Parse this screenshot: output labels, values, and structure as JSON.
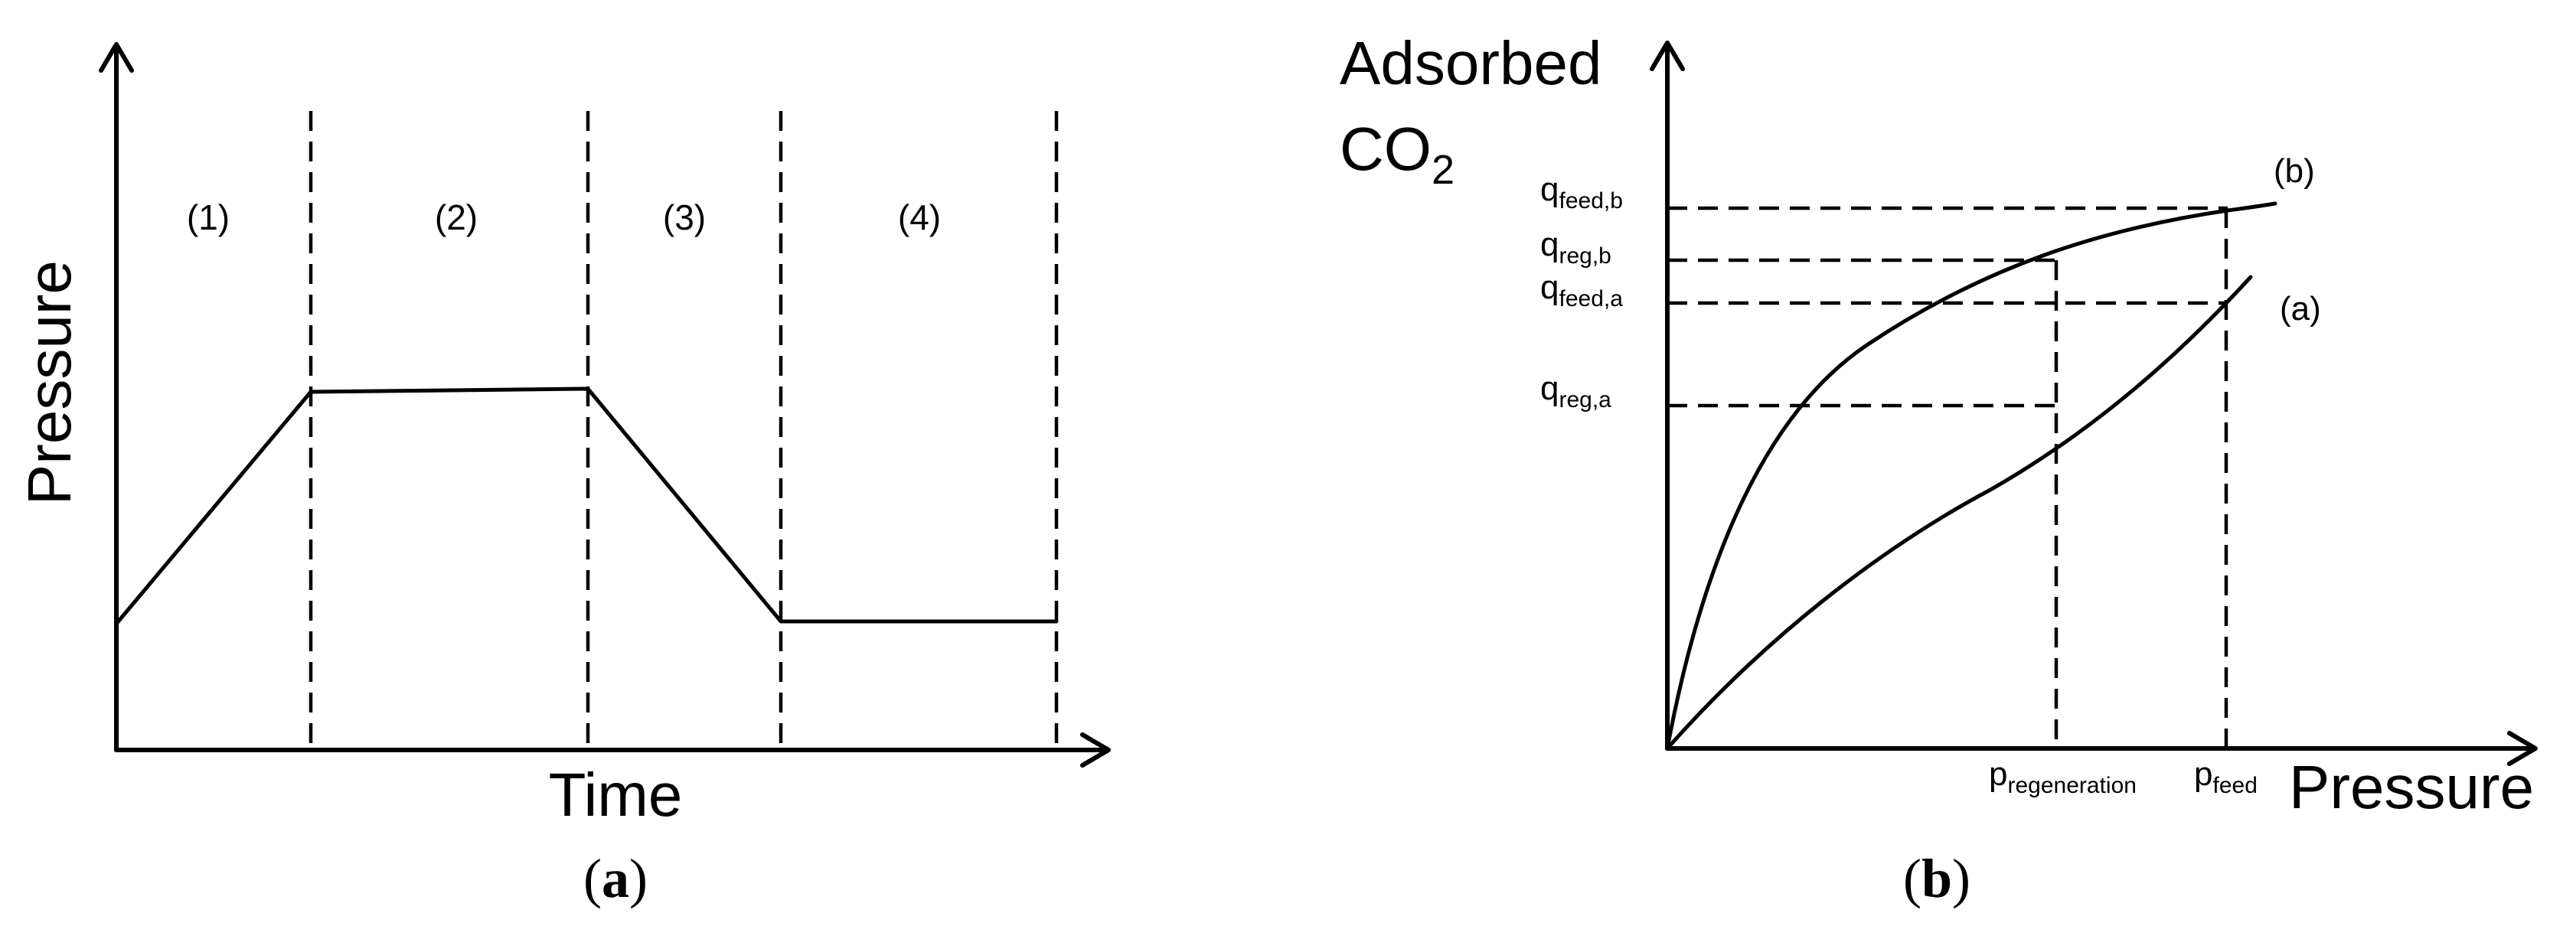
{
  "panel_a": {
    "y_axis_label": "Pressure",
    "x_axis_label": "Time",
    "steps": [
      "(1)",
      "(2)",
      "(3)",
      "(4)"
    ],
    "caption_letter": "a"
  },
  "panel_b": {
    "y_axis_label_line1": "Adsorbed",
    "y_axis_label_line2_main": "CO",
    "y_axis_label_line2_sub": "2",
    "x_axis_label": "Pressure",
    "curve_labels": {
      "a": "(a)",
      "b": "(b)"
    },
    "q_labels": [
      {
        "id": "feed_b",
        "main": "q",
        "sub": "feed,b"
      },
      {
        "id": "reg_b",
        "main": "q",
        "sub": "reg,b"
      },
      {
        "id": "feed_a",
        "main": "q",
        "sub": "feed,a"
      },
      {
        "id": "reg_a",
        "main": "q",
        "sub": "reg,a"
      }
    ],
    "p_labels": [
      {
        "id": "regeneration",
        "main": "p",
        "sub": "regeneration"
      },
      {
        "id": "feed",
        "main": "p",
        "sub": "feed"
      }
    ],
    "caption_letter": "b"
  },
  "caption_open": "(",
  "caption_close": ")"
}
